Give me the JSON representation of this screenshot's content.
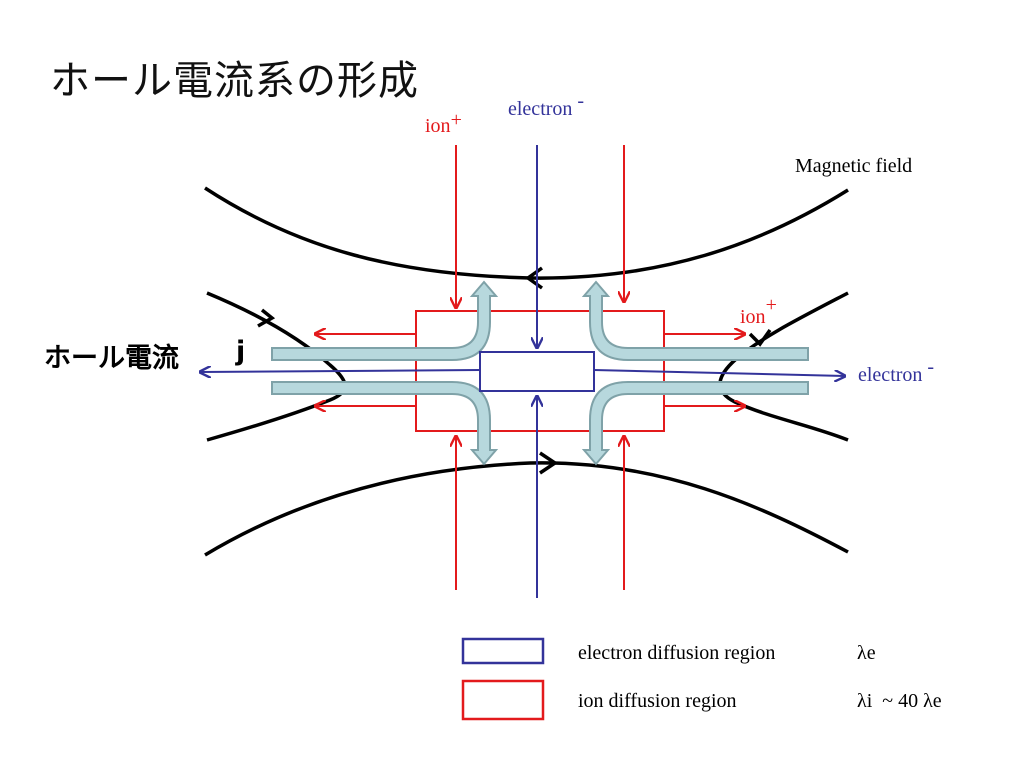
{
  "title": "ホール電流系の形成",
  "hall_current_label": "ホール電流",
  "hall_current_symbol": "j",
  "labels": {
    "ion_top": "ion",
    "ion_top_sign": "+",
    "electron_top": "electron",
    "electron_top_sign": "-",
    "magnetic_field": "Magnetic field",
    "ion_right": "ion",
    "ion_right_sign": "+",
    "electron_right": "electron",
    "electron_right_sign": "-"
  },
  "legend": [
    {
      "label": "electron diffusion region",
      "scale": "λe"
    },
    {
      "label": "ion diffusion region",
      "scale": "λi  ~ 40 λe"
    }
  ],
  "colors": {
    "ion": "#e31a1c",
    "electron": "#33339a",
    "field": "#000000",
    "hall_arrow_fill": "#b7d8dd",
    "hall_arrow_stroke": "#7fa2a8"
  }
}
